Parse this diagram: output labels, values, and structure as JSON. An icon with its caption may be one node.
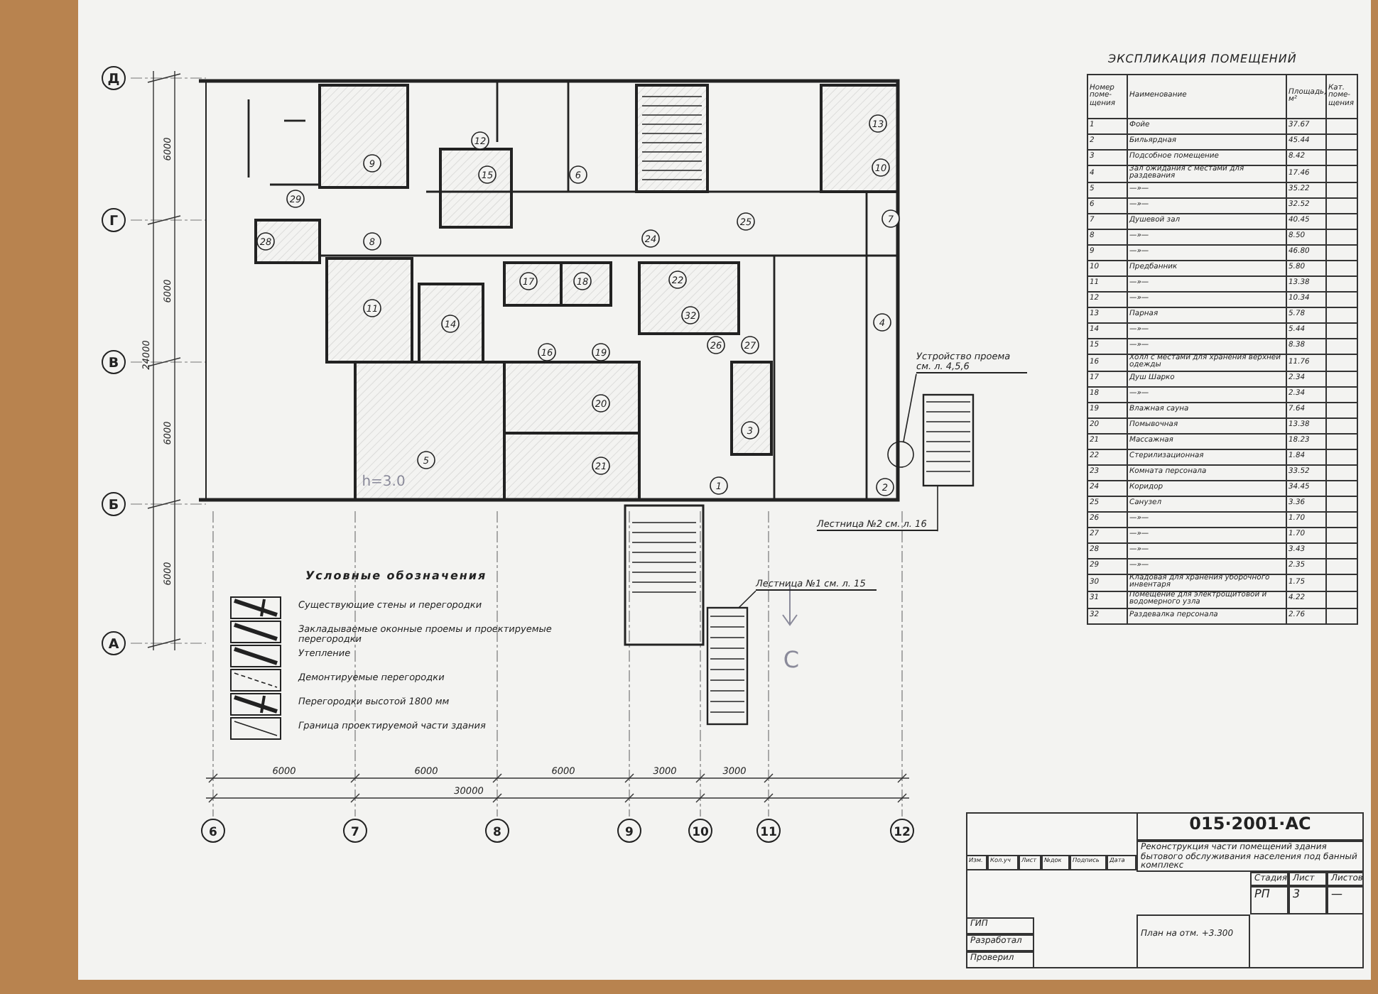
{
  "diagram": {
    "title": "ЭКСПЛИКАЦИЯ ПОМЕЩЕНИЙ",
    "nodes": [
      {
        "text": [
          "Устройство проема см. л. 4,5,6"
        ]
      },
      {
        "text": [
          "Лестница №2 см. л. 16"
        ]
      },
      {
        "text": [
          "Лестница №1 см. л. 15"
        ]
      },
      {
        "text": [],
        "shape": "circle"
      }
    ],
    "edges": [
      {
        "from": 0,
        "to": 3,
        "arrow": "none"
      },
      {
        "from": 1,
        "to": null,
        "arrow": "none"
      },
      {
        "from": 2,
        "to": null,
        "arrow": "none"
      }
    ],
    "labels": [
      "Д",
      "Г",
      "В",
      "Б",
      "А",
      "6",
      "7",
      "8",
      "9",
      "10",
      "11",
      "12",
      "6000",
      "6000",
      "6000",
      "6000",
      "24000",
      "6000",
      "6000",
      "6000",
      "3000",
      "3000",
      "30000",
      "1",
      "2",
      "3",
      "4",
      "5",
      "6",
      "7",
      "8",
      "9",
      "10",
      "11",
      "12",
      "13",
      "14",
      "15",
      "16",
      "17",
      "18",
      "19",
      "20",
      "21",
      "22",
      "24",
      "25",
      "26",
      "27",
      "28",
      "29",
      "32",
      "h=3.0",
      "С",
      "Условные обозначения",
      "Номер поме-щения",
      "Наименование",
      "Площадь, м²",
      "Кат. поме-щения",
      "1",
      "Фойе",
      "37.67",
      "2",
      "Бильярдная",
      "45.44",
      "3",
      "Подсобное помещение",
      "8.42",
      "4",
      "Зал ожидания с местами для раздевания",
      "17.46",
      "5",
      "—»—",
      "35.22",
      "6",
      "—»—",
      "32.52",
      "7",
      "Душевой зал",
      "40.45",
      "8",
      "—»—",
      "8.50",
      "9",
      "—»—",
      "46.80",
      "10",
      "Предбанник",
      "5.80",
      "11",
      "—»—",
      "13.38",
      "12",
      "—»—",
      "10.34",
      "13",
      "Парная",
      "5.78",
      "14",
      "—»—",
      "5.44",
      "15",
      "—»—",
      "8.38",
      "16",
      "Холл с местами для хранения верхней одежды",
      "11.76",
      "17",
      "Душ Шарко",
      "2.34",
      "18",
      "—»—",
      "2.34",
      "19",
      "Влажная сауна",
      "7.64",
      "20",
      "Помывочная",
      "13.38",
      "21",
      "Массажная",
      "18.23",
      "22",
      "Стерилизационная",
      "1.84",
      "23",
      "Комната персонала",
      "33.52",
      "24",
      "Коридор",
      "34.45",
      "25",
      "Санузел",
      "3.36",
      "26",
      "—»—",
      "1.70",
      "27",
      "—»—",
      "1.70",
      "28",
      "—»—",
      "3.43",
      "29",
      "—»—",
      "2.35",
      "30",
      "Кладовая для хранения уборочного инвентаря",
      "1.75",
      "31",
      "Помещение для электрощитовой и водомерного узла",
      "4.22",
      "32",
      "Раздевалка персонала",
      "2.76",
      "Изм.",
      "Кол.уч",
      "Лист",
      "№док",
      "Подпись",
      "Дата",
      "ГИП",
      "Разработал",
      "Проверил",
      "015·2001·АС",
      "Реконструкция части помещений здания бытового обслуживания населения под банный комплекс",
      "Стадия",
      "Лист",
      "Листов",
      "РП",
      "3",
      "—",
      "План на отм. +3.300"
    ],
    "legend": [
      {
        "text": "Существующие стены и перегородки"
      },
      {
        "text": "Закладываемые оконные проемы и проектируемые перегородки"
      },
      {
        "text": "Утепление"
      },
      {
        "text": "Демонтируемые перегородки"
      },
      {
        "text": "Перегородки высотой 1800 мм"
      },
      {
        "text": "Граница проектируемой части здания"
      }
    ]
  }
}
